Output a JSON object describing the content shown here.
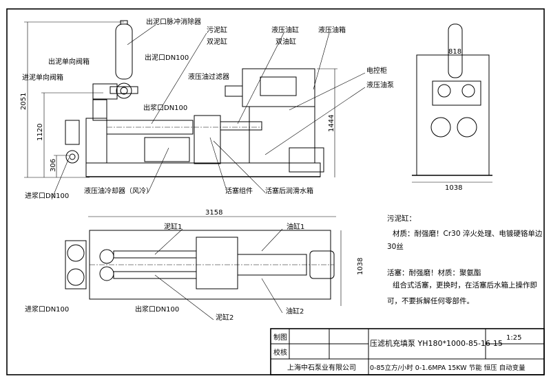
{
  "labels": {
    "pulse_damper": "出泥口脉冲消除器",
    "sludge_cyl_a": "污泥缸",
    "sludge_cyl_b": "双泥缸",
    "hyd_cyl_a": "液压油缸",
    "hyd_cyl_b": "双油缸",
    "oil_tank": "液压油箱",
    "mud_outlet": "出泥口DN100",
    "out_check_valve": "出泥单向阀箱",
    "in_check_valve": "进泥单向阀箱",
    "oil_filter": "液压油过滤器",
    "control_cabinet": "电控柜",
    "oil_pump": "液压油泵",
    "slurry_outlet": "出浆口DN100",
    "slurry_inlet": "进浆口DN100",
    "oil_cooler": "液压油冷却器（风冷）",
    "piston": "活塞组件",
    "water_tank": "活塞后润滑水箱",
    "mud_cyl1": "泥缸1",
    "mud_cyl2": "泥缸2",
    "oil_cyl1": "油缸1",
    "oil_cyl2": "油缸2",
    "plan_inlet": "进浆口DN100",
    "plan_outlet": "出浆口DN100"
  },
  "dims": {
    "h_total": "2051",
    "h_axis": "1120",
    "h_inlet": "306",
    "h_tank": "1444",
    "w_side": "818",
    "w_side_base": "1038",
    "length": "3158",
    "w_plan": "1038"
  },
  "notes": {
    "l1": "污泥缸：",
    "l2": "材质：耐强磨！Cr30  淬火处理、电镀硬铬单边",
    "l3": "30丝",
    "l4": "活塞：耐强磨！材质：聚氨酯",
    "l5": "组合式活塞，更换时，在活塞后水箱上操作即",
    "l6": "可，不要拆解任何零部件。"
  },
  "title_block": {
    "drawn": "制图",
    "checked": "校核",
    "company": "上海中石泵业有限公司",
    "title": "压滤机充填泵  YH180*1000-85-16-15",
    "scale": "1:25",
    "specs": "0-85立方/小时   0-1.6MPA  15KW  节能  恒压  自动变量"
  }
}
